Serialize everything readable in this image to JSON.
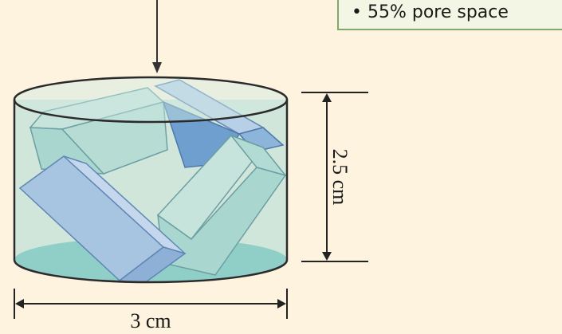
{
  "note": {
    "text": "• 55% pore space"
  },
  "dimensions": {
    "height_label": "2.5 cm",
    "width_label": "3 cm"
  },
  "colors": {
    "background": "#fdf3df",
    "note_border": "#7fa86a",
    "cylinder_fill": "#bfe0d8",
    "crystal_blue": "#a7c4e0",
    "crystal_teal": "#a9d6cf",
    "crystal_dark": "#6f9fcf"
  }
}
